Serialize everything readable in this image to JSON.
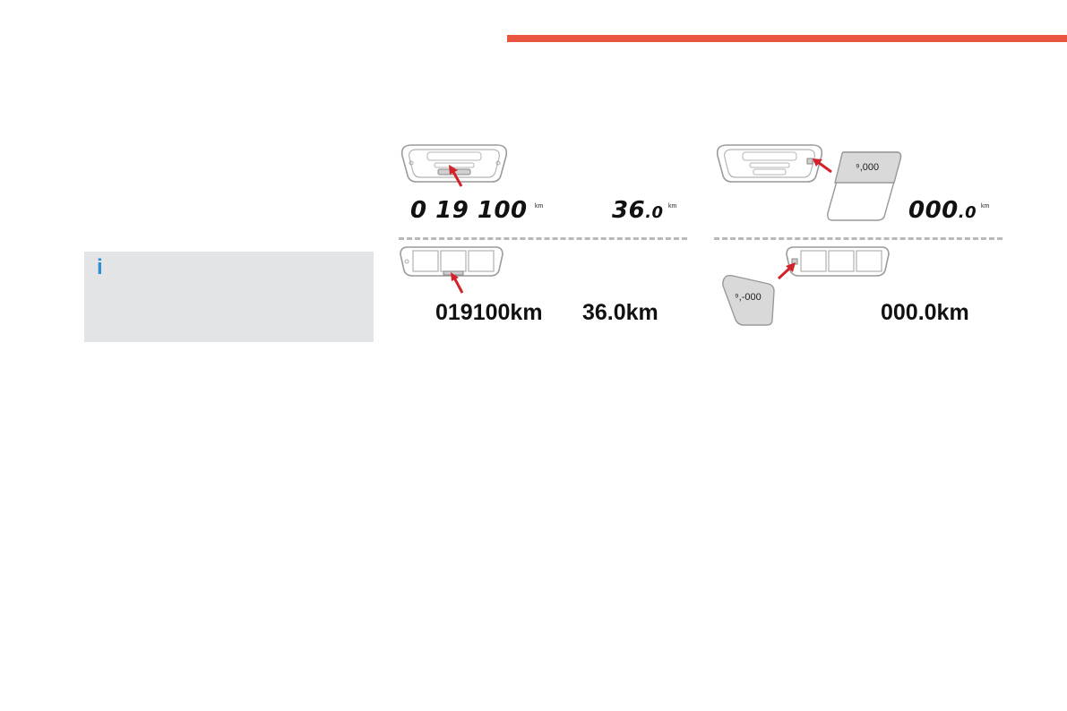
{
  "header": {
    "accent_color": "#e9553f"
  },
  "note": {
    "icon": "info-icon",
    "icon_glyph": "i",
    "icon_color": "#2b8fd6"
  },
  "panels": {
    "top_left": {
      "odometer": "0 19 100",
      "odometer_unit": "km",
      "trip_main": "36",
      "trip_decimal": ".0",
      "trip_unit": "km"
    },
    "top_right": {
      "knob_label": "⁹,000",
      "trip_main": "000",
      "trip_decimal": ".0",
      "trip_unit": "km"
    },
    "bottom_left": {
      "odometer": "019100km",
      "trip": "36.0km"
    },
    "bottom_right": {
      "knob_label": "⁹,-000",
      "trip": "000.0km"
    }
  }
}
